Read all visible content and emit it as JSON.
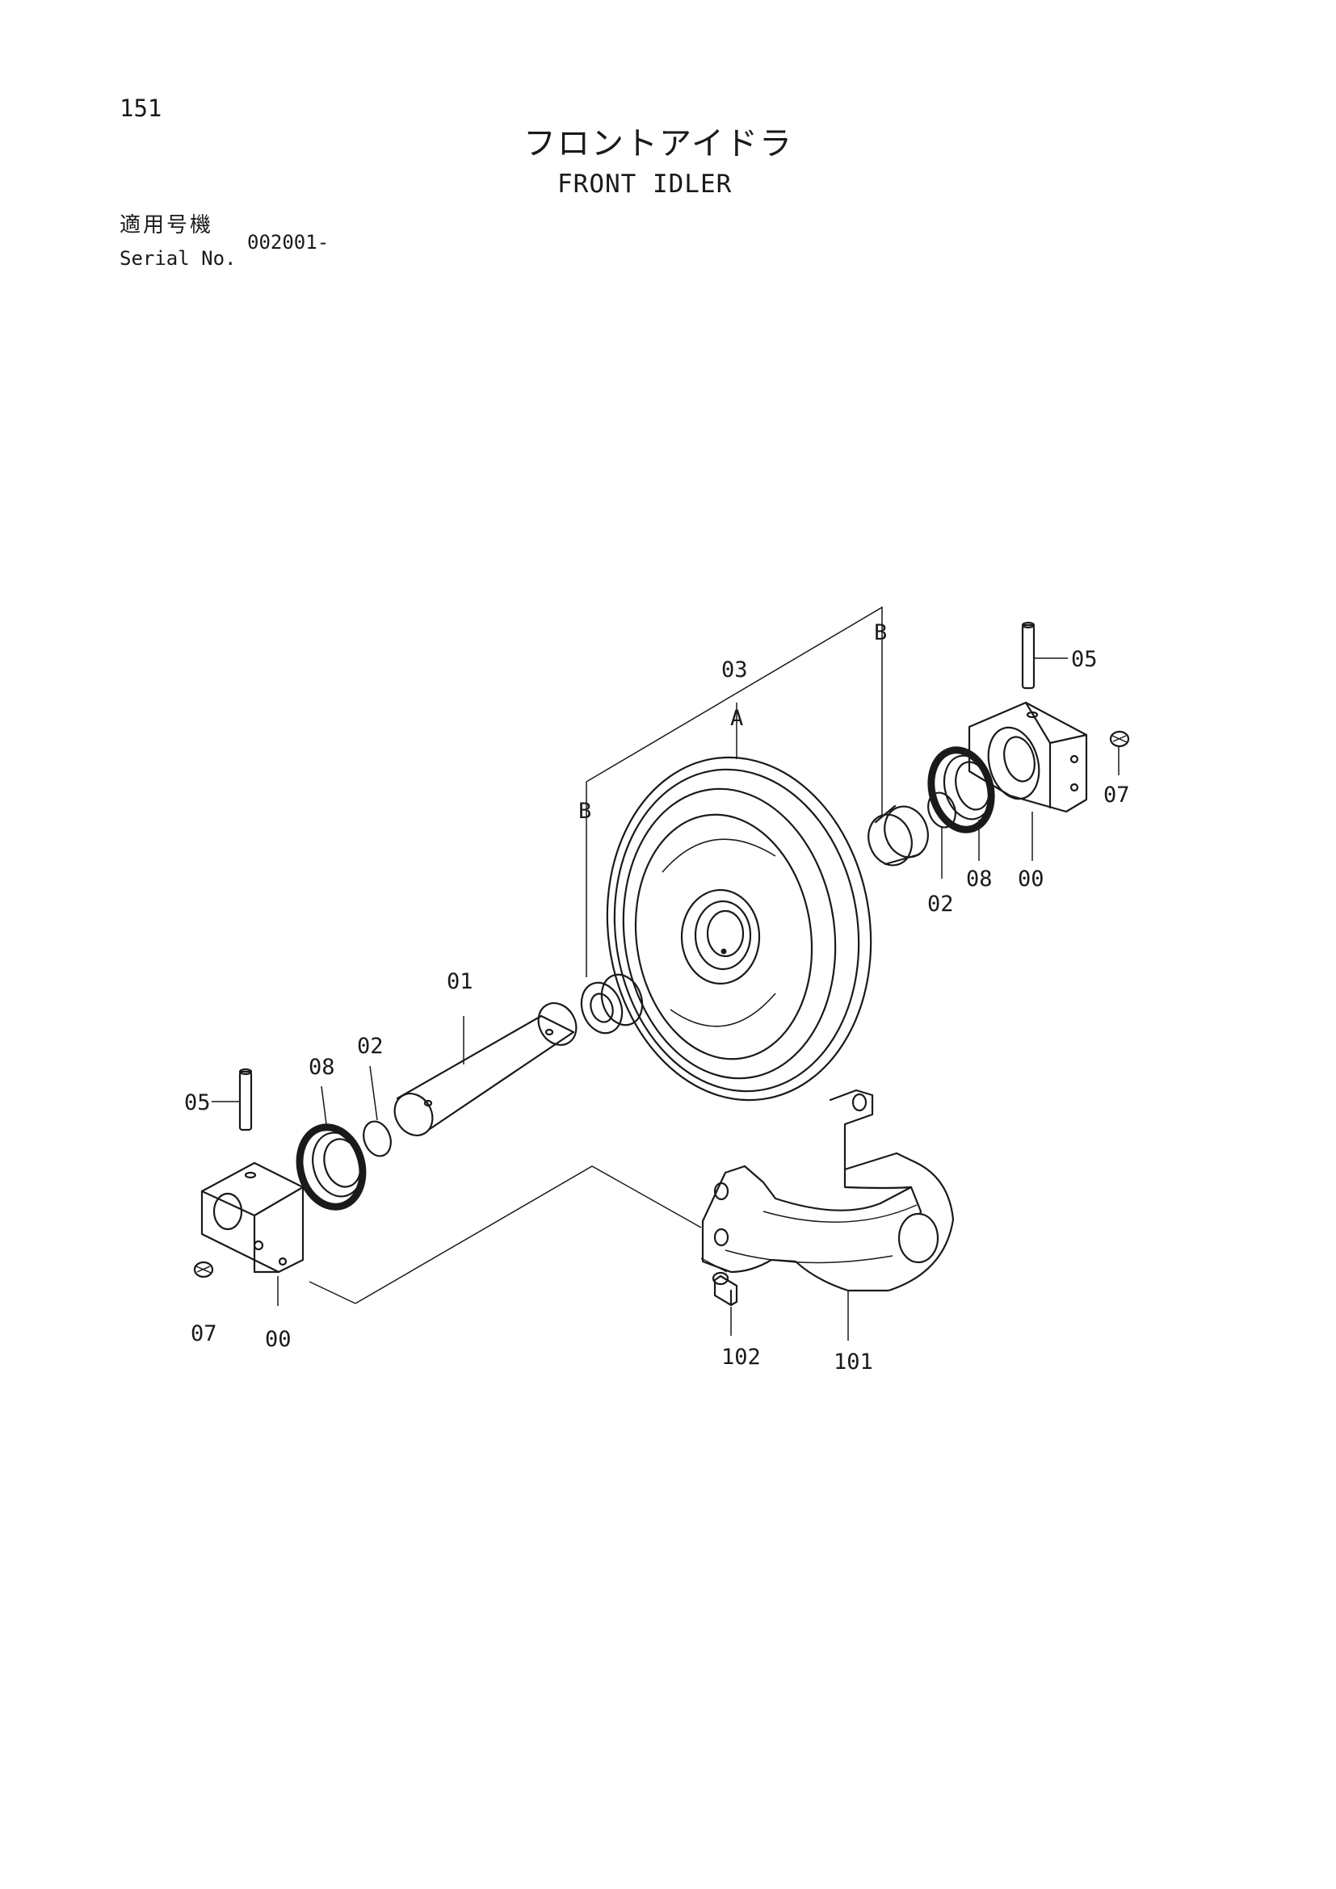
{
  "page_number": "151",
  "title_jp": "フロントアイドラ",
  "title_en": "FRONT IDLER",
  "serial": {
    "label_jp": "適用号機",
    "label_en": "Serial No.",
    "value": "002001-"
  },
  "callouts": {
    "c00_left": "00",
    "c00_right": "00",
    "c01": "01",
    "c02_left": "02",
    "c02_right": "02",
    "c03": "03",
    "c05_left": "05",
    "c05_right": "05",
    "c07_left": "07",
    "c07_right": "07",
    "c08_left": "08",
    "c08_right": "08",
    "c101": "101",
    "c102": "102",
    "marker_a": "A",
    "marker_b_left": "B",
    "marker_b_right": "B"
  }
}
